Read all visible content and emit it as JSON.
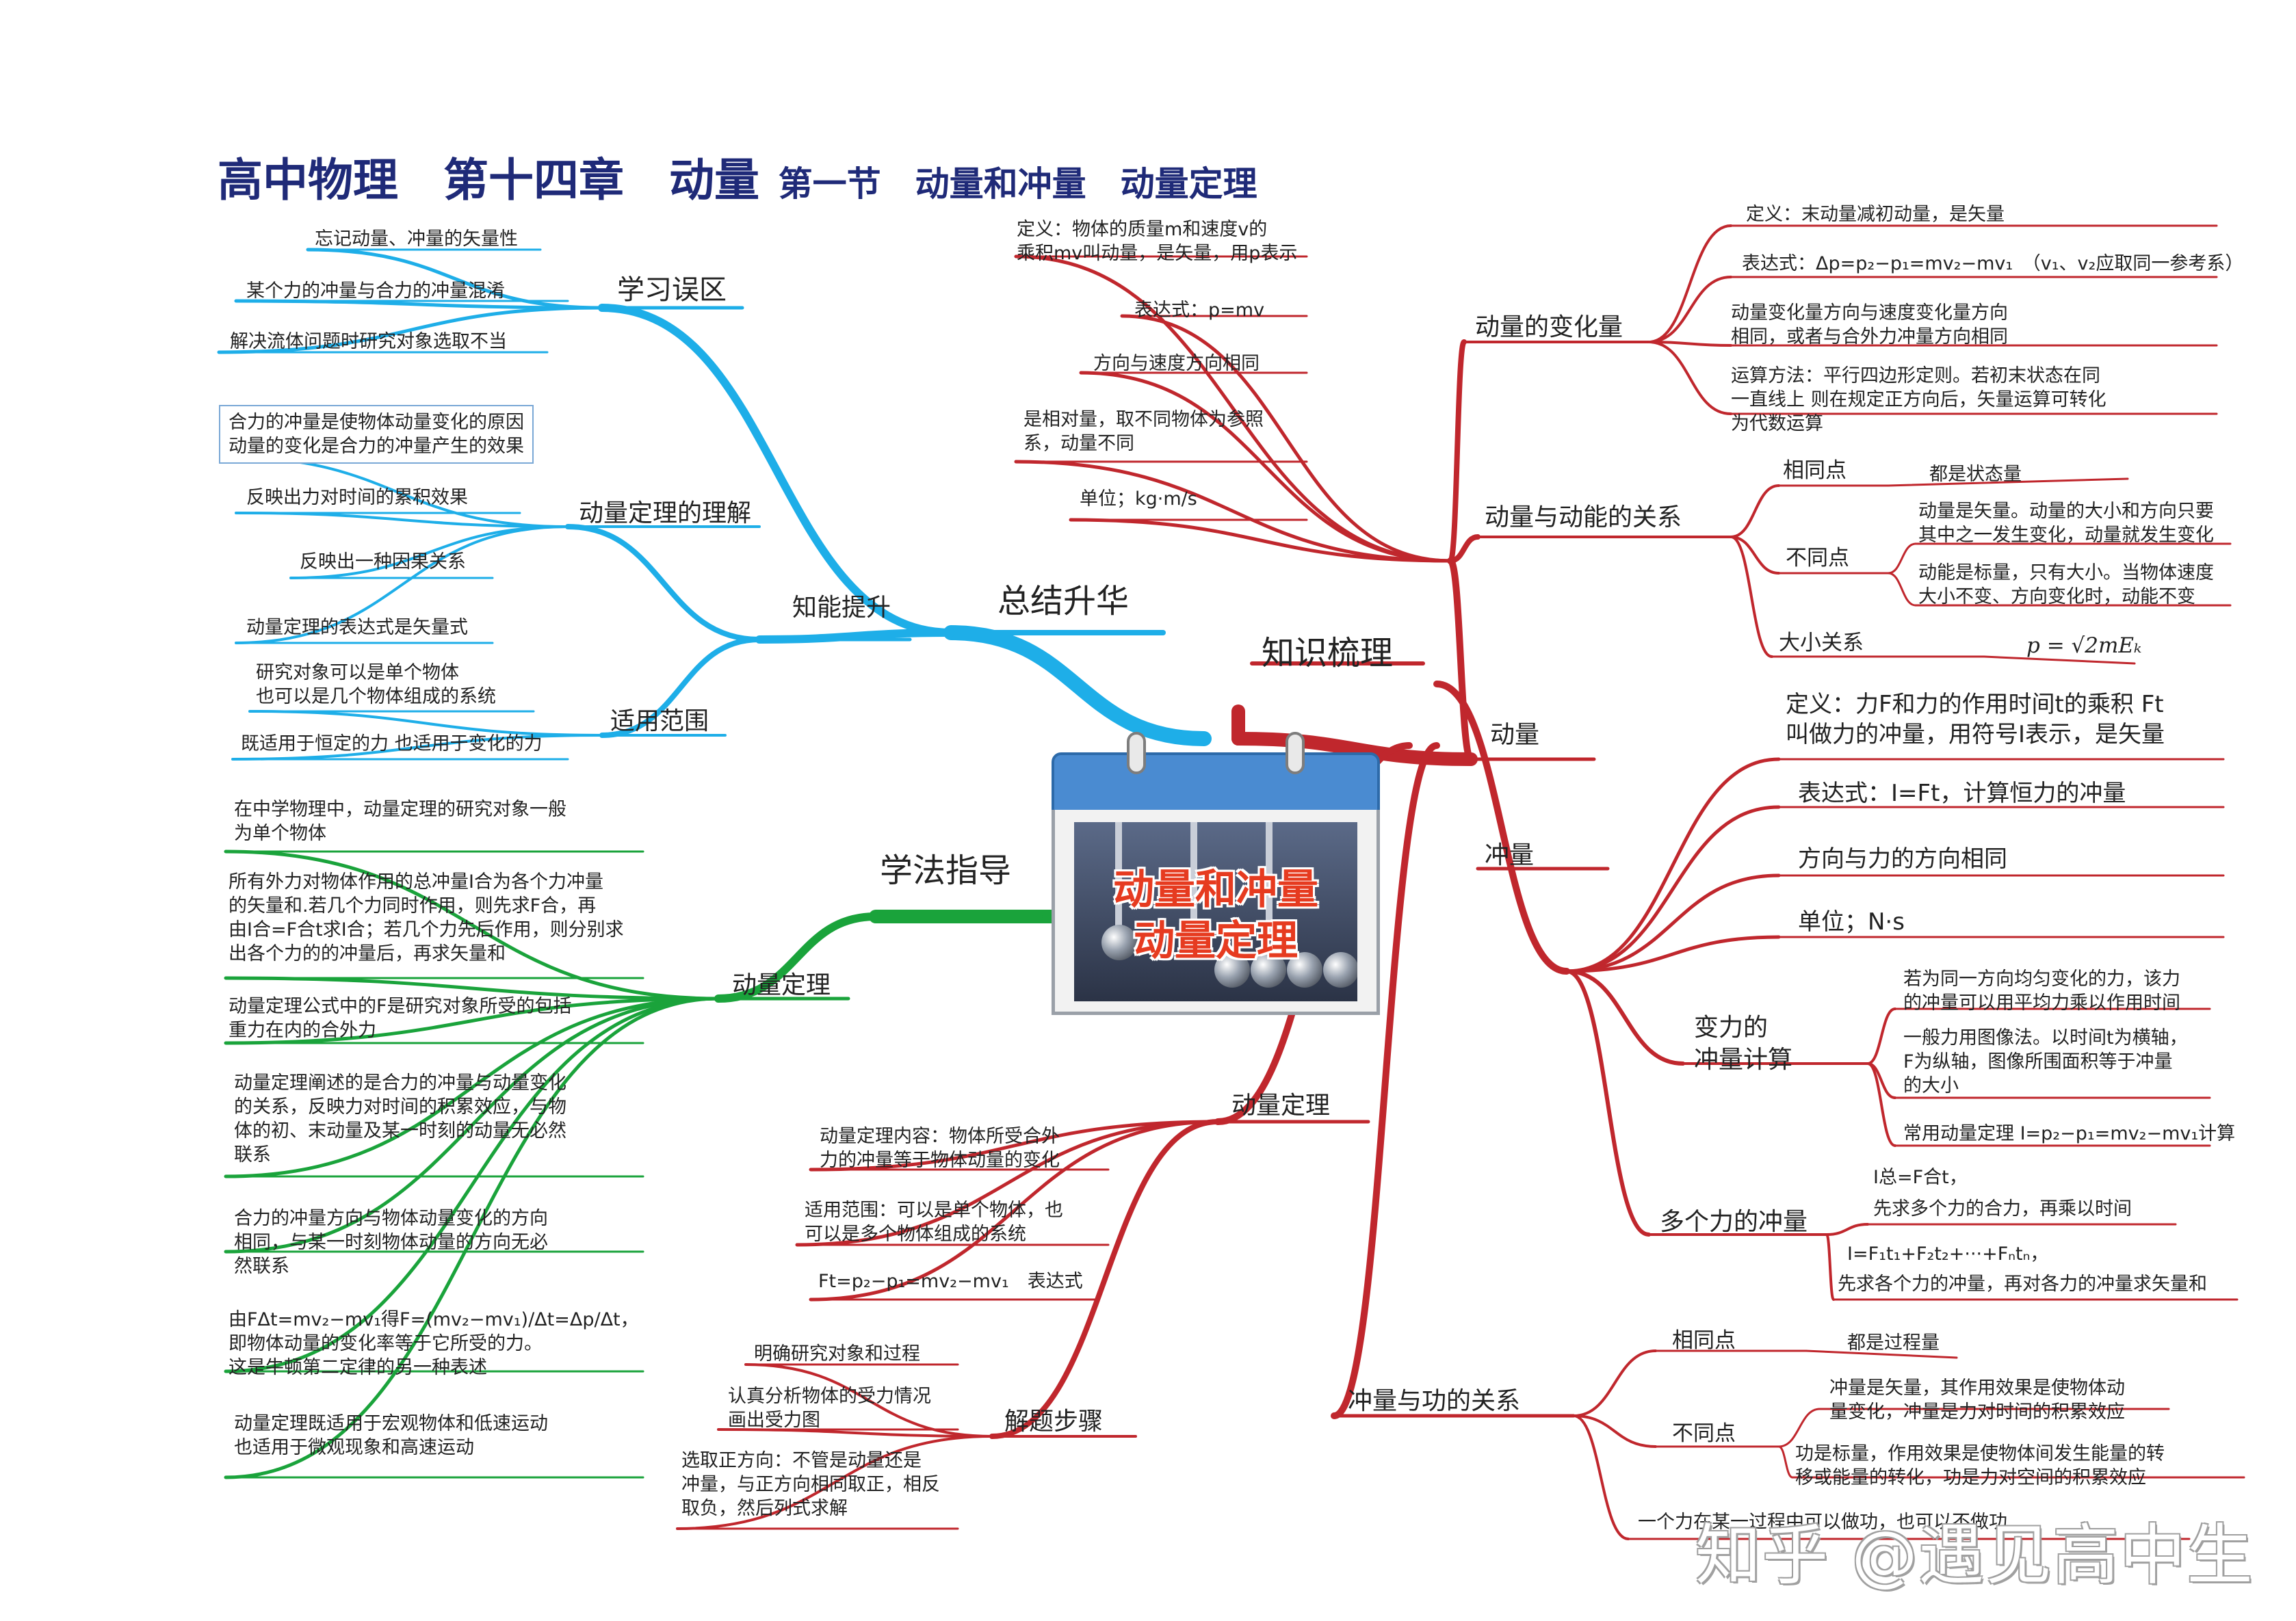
{
  "title": {
    "main": "高中物理　第十四章　动量",
    "sub": "第一节　动量和冲量　动量定理"
  },
  "center": {
    "line1": "动量和冲量",
    "line2": "动量定理"
  },
  "watermark": "知乎 @遇见高中生",
  "colors": {
    "blue": "#1eaee8",
    "red": "#c0272d",
    "green": "#1aa33b",
    "title": "#1f2a78"
  },
  "blue": {
    "root": "总结升华",
    "mistakes": {
      "label": "学习误区",
      "items": [
        "忘记动量、冲量的矢量性",
        "某个力的冲量与合力的冲量混淆",
        "解决流体问题时研究对象选取不当"
      ]
    },
    "advance": {
      "label": "知能提升",
      "understanding": {
        "label": "动量定理的理解",
        "boxed": "合力的冲量是使物体动量变化的原因\n动量的变化是合力的冲量产生的效果",
        "items": [
          "反映出力对时间的累积效果",
          "反映出一种因果关系",
          "动量定理的表达式是矢量式"
        ]
      },
      "scope": {
        "label": "适用范围",
        "items": [
          "研究对象可以是单个物体\n也可以是几个物体组成的系统",
          "既适用于恒定的力 也适用于变化的力"
        ]
      }
    }
  },
  "green": {
    "root": "学法指导",
    "theorem": {
      "label": "动量定理",
      "items": [
        "在中学物理中，动量定理的研究对象一般\n为单个物体",
        "所有外力对物体作用的总冲量I合为各个力冲量\n的矢量和.若几个力同时作用，则先求F合，再\n由I合=F合t求I合；若几个力先后作用，则分别求\n出各个力的的冲量后，再求矢量和",
        "动量定理公式中的F是研究对象所受的包括\n重力在内的合外力",
        "动量定理阐述的是合力的冲量与动量变化\n的关系，反映力对时间的积累效应，与物\n体的初、末动量及某一时刻的动量无必然\n联系",
        "合力的冲量方向与物体动量变化的方向\n相同，与某一时刻物体动量的方向无必\n然联系",
        "由FΔt=mv₂−mv₁得F=(mv₂−mv₁)/Δt=Δp/Δt，\n即物体动量的变化率等于它所受的力。\n这是牛顿第二定律的另一种表述",
        "动量定理既适用于宏观物体和低速运动\n也适用于微观现象和高速运动"
      ]
    }
  },
  "red": {
    "root": "知识梳理",
    "momentum": {
      "label": "动量",
      "items": [
        "定义：物体的质量m和速度v的\n乘积mv叫动量，是矢量，用p表示",
        "表达式：p=mv",
        "方向与速度方向相同",
        "是相对量，取不同物体为参照\n系，动量不同",
        "单位；kg·m/s"
      ],
      "change": {
        "label": "动量的变化量",
        "items": [
          "定义：末动量减初动量，是矢量",
          "表达式：Δp=p₂−p₁=mv₂−mv₁　（v₁、v₂应取同一参考系）",
          "动量变化量方向与速度变化量方向\n相同，或者与合外力冲量方向相同",
          "运算方法：平行四边形定则。若初末状态在同\n一直线上 则在规定正方向后，矢量运算可转化\n为代数运算"
        ]
      },
      "relation": {
        "label": "动量与动能的关系",
        "same_label": "相同点",
        "same": "都是状态量",
        "diff_label": "不同点",
        "diff": [
          "动量是矢量。动量的大小和方向只要\n其中之一发生变化，动量就发生变化",
          "动能是标量，只有大小。当物体速度\n大小不变、方向变化时，动能不变"
        ],
        "size_label": "大小关系",
        "size": "p = √2mEₖ"
      }
    },
    "impulse": {
      "label": "冲量",
      "items": [
        "定义：力F和力的作用时间t的乘积 Ft\n叫做力的冲量，用符号I表示，是矢量",
        "表达式：I=Ft，计算恒力的冲量",
        "方向与力的方向相同",
        "单位；N·s"
      ],
      "variable": {
        "label": "变力的\n冲量计算",
        "items": [
          "若为同一方向均匀变化的力，该力\n的冲量可以用平均力乘以作用时间",
          "一般力用图像法。以时间t为横轴，\nF为纵轴，图像所围面积等于冲量\n的大小",
          "常用动量定理 I=p₂−p₁=mv₂−mv₁计算"
        ]
      },
      "multi": {
        "label": "多个力的冲量",
        "items": [
          "I总=F合t，",
          "先求多个力的合力，再乘以时间",
          "I=F₁t₁+F₂t₂+···+Fₙtₙ，",
          "先求各个力的冲量，再对各力的冲量求矢量和"
        ]
      }
    },
    "theorem": {
      "label": "动量定理",
      "items": [
        "动量定理内容：物体所受合外\n力的冲量等于物体动量的变化",
        "适用范围：可以是单个物体，也\n可以是多个物体组成的系统",
        "Ft=p₂−p₁=mv₂−mv₁　表达式"
      ],
      "steps": {
        "label": "解题步骤",
        "items": [
          "明确研究对象和过程",
          "认真分析物体的受力情况\n画出受力图",
          "选取正方向：不管是动量还是\n冲量，与正方向相同取正，相反\n取负，然后列式求解"
        ]
      }
    },
    "work": {
      "label": "冲量与功的关系",
      "same_label": "相同点",
      "same": "都是过程量",
      "diff_label": "不同点",
      "diff": [
        "冲量是矢量，其作用效果是使物体动\n量变化，冲量是力对时间的积累效应",
        "功是标量，作用效果是使物体间发生能量的转\n移或能量的转化，功是力对空间的积累效应"
      ],
      "last": "一个力在某一过程中可以做功，也可以不做功"
    }
  }
}
